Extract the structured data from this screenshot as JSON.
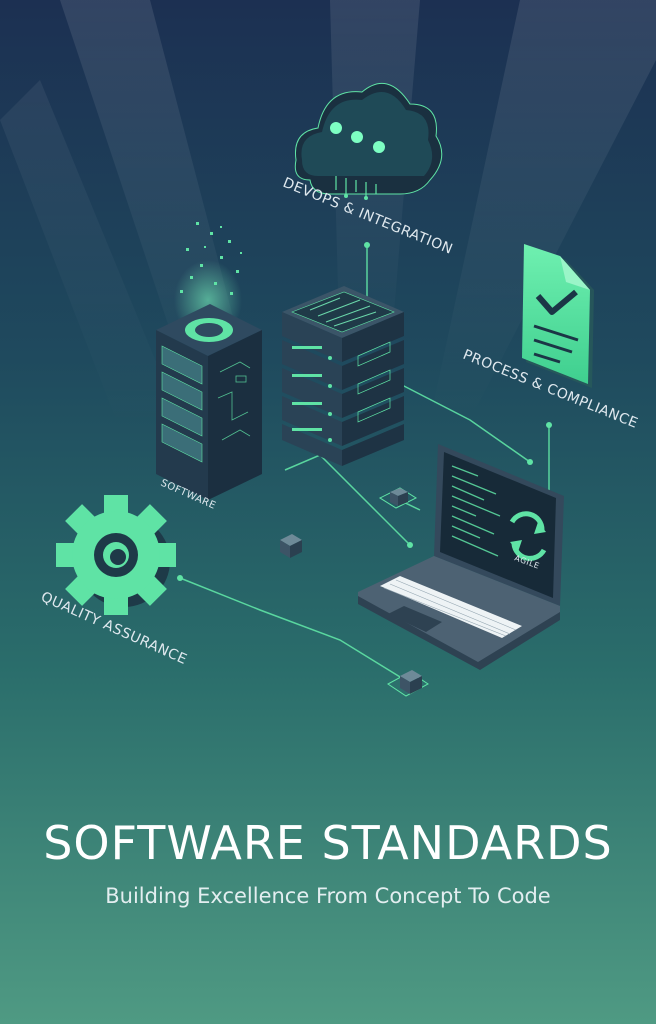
{
  "cover": {
    "title": "SOFTWARE STANDARDS",
    "subtitle": "Building Excellence From Concept To Code"
  },
  "labels": {
    "devops": "DEVOPS & INTEGRATION",
    "process": "PROCESS & COMPLIANCE",
    "qa": "QUALITY ASSURANCE",
    "software": "SOFTWARE",
    "agile": "AGILE"
  },
  "icons": [
    "cloud-icon",
    "server-tower-icon",
    "server-stack-icon",
    "document-check-icon",
    "gear-icon",
    "laptop-icon",
    "cycle-arrows-icon"
  ],
  "colors": {
    "accent_green": "#5fe3a5",
    "dark_navy": "#1c3052",
    "teal_bottom": "#4f9a83",
    "device_dark": "#2a3c4f"
  }
}
